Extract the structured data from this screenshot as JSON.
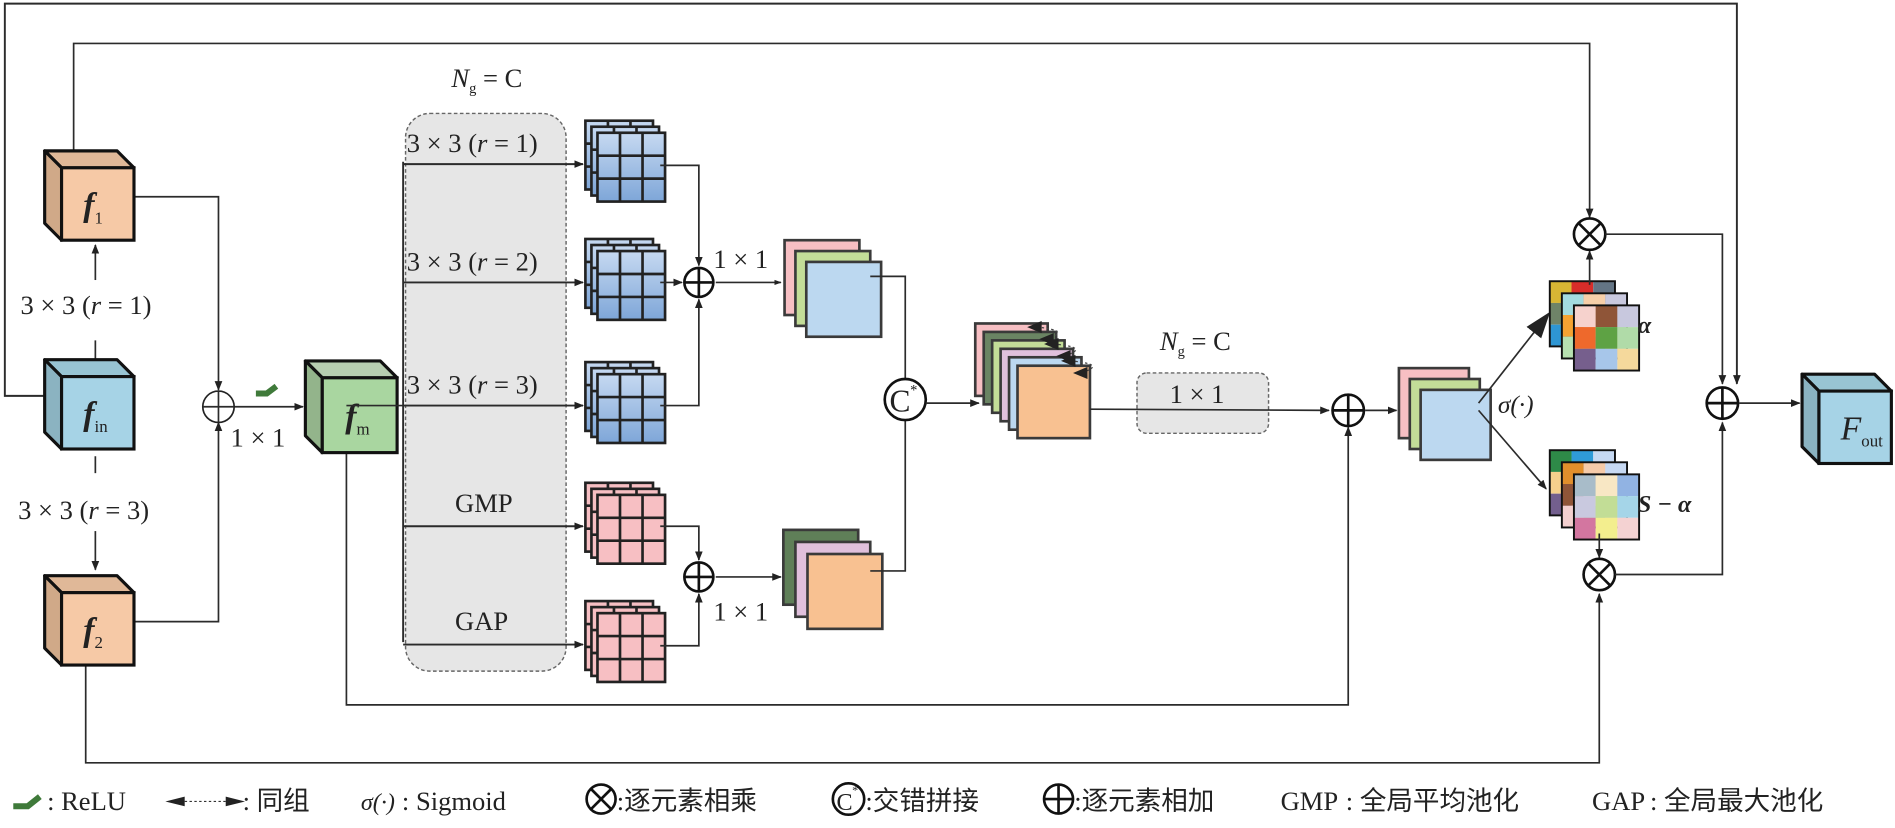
{
  "figure": {
    "type": "module-architecture-diagram",
    "nodes": {
      "f1": {
        "base": "f",
        "sub": "1",
        "color_front": "#f6c9a6",
        "color_top": "#e0b898",
        "color_side": "#d0a988"
      },
      "f2": {
        "base": "f",
        "sub": "2",
        "color_front": "#f6c9a6",
        "color_top": "#e0b898",
        "color_side": "#d0a988"
      },
      "fin": {
        "base": "f",
        "sub": "in",
        "color_front": "#a6d3e6",
        "color_top": "#98c4d3",
        "color_side": "#8bb3c1"
      },
      "fm": {
        "base": "f",
        "sub": "m",
        "color_front": "#a9d6a0",
        "color_top": "#b7ceb1",
        "color_side": "#93b48b"
      },
      "fout": {
        "base": "F",
        "sub": "out",
        "color_front": "#a6d3e6",
        "color_top": "#98c4d3",
        "color_side": "#8bb3c1"
      }
    },
    "labels": {
      "conv_r1_left": "3 × 3 (",
      "conv_r3_left": "3 × 3 (",
      "r_var": "r",
      "eq1": " = 1)",
      "eq3": " = 3)",
      "eq2": " = 2)",
      "one_by_one": "1 × 1",
      "ng_base": "N",
      "ng_sub": "g",
      "ng_eq": " = C",
      "gmp": "GMP",
      "gap": "GAP",
      "concat_symbol": "C",
      "concat_star": "*",
      "sigma": "σ(·)",
      "alpha": "α",
      "s_minus_alpha": "S − α"
    },
    "branches": [
      {
        "label_prefix": "3 × 3 (",
        "r": "r",
        "label_suffix": " = 1)",
        "grid_color_top": "#c6d9f1",
        "grid_color_bottom": "#7ea6d8"
      },
      {
        "label_prefix": "3 × 3 (",
        "r": "r",
        "label_suffix": " = 2)",
        "grid_color_top": "#c6d9f1",
        "grid_color_bottom": "#7ea6d8"
      },
      {
        "label_prefix": "3 × 3 (",
        "r": "r",
        "label_suffix": " = 3)",
        "grid_color_top": "#c6d9f1",
        "grid_color_bottom": "#7ea6d8"
      },
      {
        "label": "GMP",
        "grid_color": "#f7bfc3"
      },
      {
        "label": "GAP",
        "grid_color": "#f7bfc3"
      }
    ],
    "feature_stacks": {
      "dilated_sum": [
        "#f7bfc3",
        "#c3dd98",
        "#bcd8f0"
      ],
      "pool_sum": [
        "#5f7f58",
        "#e0c0dc",
        "#f8c191"
      ],
      "shuffled": [
        "#f7bfc3",
        "#6a8463",
        "#c3dd98",
        "#e0c0dc",
        "#bcd8f0",
        "#f8c191"
      ],
      "fused": [
        "#f7bfc3",
        "#c3dd98",
        "#bcd8f0"
      ]
    },
    "alpha_maps": {
      "back": [
        "#d8b634",
        "#d82d2a",
        "#647585",
        "#6f8468",
        "#f1b030",
        "#8fa9c8",
        "#2e96d3",
        "#b8dcb0",
        "#f3c7a6"
      ],
      "mid": [
        "#a3dbe0",
        "#f6cfa9",
        "#c9c9df",
        "#f5a232",
        "#f7cfad",
        "#c7c7e0",
        "#b7e0b0",
        "#9fc6e6",
        "#f5d5a6"
      ],
      "front": [
        "#f6d2cd",
        "#8f5538",
        "#c8c8de",
        "#ee692c",
        "#5ea244",
        "#b0dba8",
        "#765f8d",
        "#a7c6ea",
        "#f5d99c"
      ]
    },
    "s_alpha_maps": {
      "back": [
        "#2e8a48",
        "#2f9bd8",
        "#c6d9f3",
        "#f6d08c",
        "#f6c8a0",
        "#bed7f0",
        "#735f8e",
        "#c9c7de",
        "#f3c7c4"
      ],
      "mid": [
        "#e18f2c",
        "#f6cba9",
        "#c7d9f3",
        "#8f5538",
        "#e9e6b2",
        "#a9d2e9",
        "#f3cfcf",
        "#b9d79e",
        "#f3cfcf"
      ],
      "front": [
        "#a8bcc9",
        "#f8e7c4",
        "#91b3e3",
        "#c9c9df",
        "#c2dd96",
        "#a5d5e8",
        "#d376a0",
        "#f3ee8e",
        "#f4d2d2"
      ]
    }
  },
  "legend": {
    "items": [
      {
        "symbol": "relu-glyph",
        "text": ": ReLU"
      },
      {
        "symbol": "same-group-arrow",
        "text": ": 同组"
      },
      {
        "symbol": "sigma",
        "symbol_text": "σ(·)",
        "text": " : Sigmoid"
      },
      {
        "symbol": "otimes",
        "text": ":逐元素相乘"
      },
      {
        "symbol": "concat",
        "text": ":交错拼接"
      },
      {
        "symbol": "oplus",
        "text": ":逐元素相加"
      },
      {
        "symbol": "text",
        "symbol_text": "GMP",
        "text": " : 全局平均池化"
      },
      {
        "symbol": "text",
        "symbol_text": "GAP",
        "text": " : 全局最大池化"
      }
    ]
  },
  "colors": {
    "relu_green": "#3f7a3a",
    "line": "#2b2b2b",
    "group_box_fill": "#e6e6e6",
    "group_box_stroke": "#666666"
  }
}
